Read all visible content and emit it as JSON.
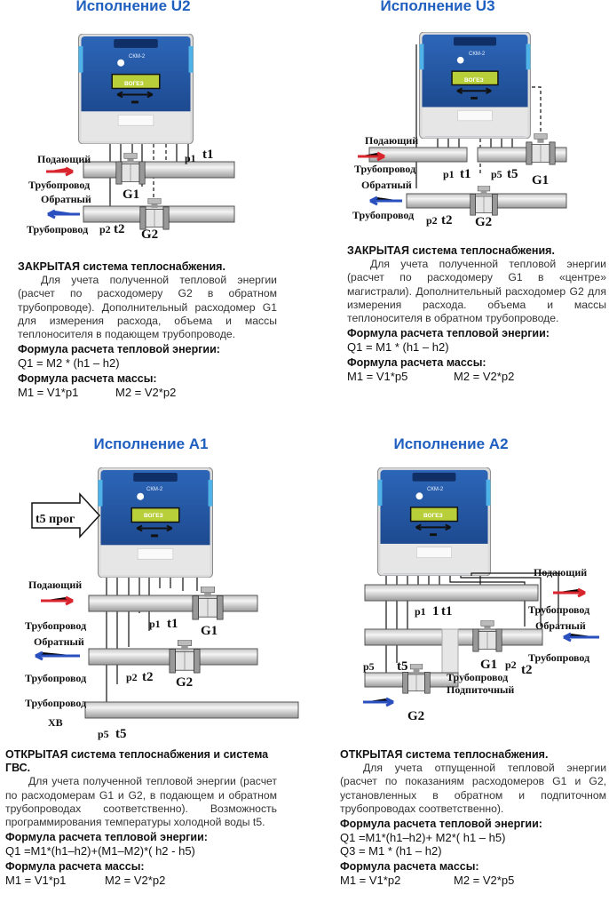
{
  "colors": {
    "title": "#1f5fbf",
    "device_blue": "#1c4f9b",
    "pipe": "#d9d9d9",
    "supply_arrow": "#d9262e",
    "return_arrow": "#2a4fbf"
  },
  "device": {
    "model": "СКМ-2",
    "brand": "ВОГЕЗ"
  },
  "u2": {
    "title": "Исполнение U2",
    "labels": {
      "supply": "Подающий",
      "supply_pipe": "Трубопровод",
      "return": "Обратный",
      "return_pipe": "Трубопровод",
      "p1": "p1",
      "t1": "t1",
      "p2": "p2",
      "t2": "t2",
      "g1": "G1",
      "g2": "G2"
    },
    "heading": "ЗАКРЫТАЯ система теплоснабжения.",
    "text": "Для учета полученной тепловой энергии (расчет по расходомеру G2 в обратном трубопроводе). Дополнительный расходомер G1 для измерения расхода, объема и массы теплоносителя в подающем трубопроводе.",
    "energy_heading": "Формула расчета тепловой энергии:",
    "energy_formula": "Q1 = M2 * (h1 – h2)",
    "mass_heading": "Формула расчета массы:",
    "mass_1": "M1 = V1*p1",
    "mass_2": "M2 = V2*p2"
  },
  "u3": {
    "title": "Исполнение U3",
    "labels": {
      "supply": "Подающий",
      "supply_pipe": "Трубопровод",
      "return": "Обратный",
      "return_pipe": "Трубопровод",
      "p1": "p1",
      "t1": "t1",
      "p5": "p5",
      "t5": "t5",
      "p2": "p2",
      "t2": "t2",
      "g1": "G1",
      "g2": "G2"
    },
    "heading": "ЗАКРЫТАЯ система теплоснабжения.",
    "text": "Для учета полученной тепловой энергии (расчет по расходомеру G1 в «центре» магистрали). Дополнительный расходомер G2 для измерения расхода. объема и массы теплоносителя в обратном трубопроводе.",
    "energy_heading": "Формула расчета тепловой энергии:",
    "energy_formula": "Q1 = M1 * (h1 – h2)",
    "mass_heading": "Формула расчета массы:",
    "mass_1": "M1 = V1*p5",
    "mass_2": "M2 = V2*p2"
  },
  "a1": {
    "title": "Исполнение А1",
    "labels": {
      "t5_prog": "t5 прог",
      "supply": "Подающий",
      "supply_pipe": "Трубопровод",
      "return": "Обратный",
      "return_pipe": "Трубопровод",
      "cold_pipe": "Трубопровод",
      "xb": "ХВ",
      "p1": "p1",
      "t1": "t1",
      "p2": "p2",
      "t2": "t2",
      "p5": "p5",
      "t5": "t5",
      "g1": "G1",
      "g2": "G2"
    },
    "heading": "ОТКРЫТАЯ система теплоснабжения и система ГВС.",
    "text": "Для учета полученной тепловой энергии (расчет по расходомерам G1 и G2, в подающем и обратном трубопроводах соответственно). Возможность программирования температуры холодной воды t5.",
    "energy_heading": "Формула расчета тепловой энергии:",
    "energy_formula": "Q1 =M1*(h1–h2)+(M1–M2)*( h2 - h5)",
    "mass_heading": "Формула расчета массы:",
    "mass_1": "M1 = V1*p1",
    "mass_2": "M2 = V2*p2"
  },
  "a2": {
    "title": "Исполнение А2",
    "labels": {
      "supply": "Подающий",
      "supply_pipe": "Трубопровод",
      "return": "Обратный",
      "return_pipe": "Трубопровод",
      "feed_pipe": "Трубопровод",
      "feed": "Подпиточный",
      "p1": "p1",
      "n1": "1",
      "t1": "t1",
      "p5": "p5",
      "t5": "t5",
      "p2": "p2",
      "t2": "t2",
      "g1": "G1",
      "g2": "G2"
    },
    "heading": "ОТКРЫТАЯ система теплоснабжения.",
    "text": "Для учета отпущенной тепловой энергии (расчет по показаниям расходомеров G1 и G2, установленных в обратном и подпиточном трубопроводах соответственно).",
    "energy_heading": "Формула расчета тепловой энергии:",
    "energy_formula": "Q1 =M1*(h1–h2)+ M2*( h1 – h5)",
    "energy_formula_2": "Q3 = M1 * (h1 – h2)",
    "mass_heading": "Формула расчета массы:",
    "mass_1": "M1 = V1*p2",
    "mass_2": "M2 = V2*p5"
  }
}
